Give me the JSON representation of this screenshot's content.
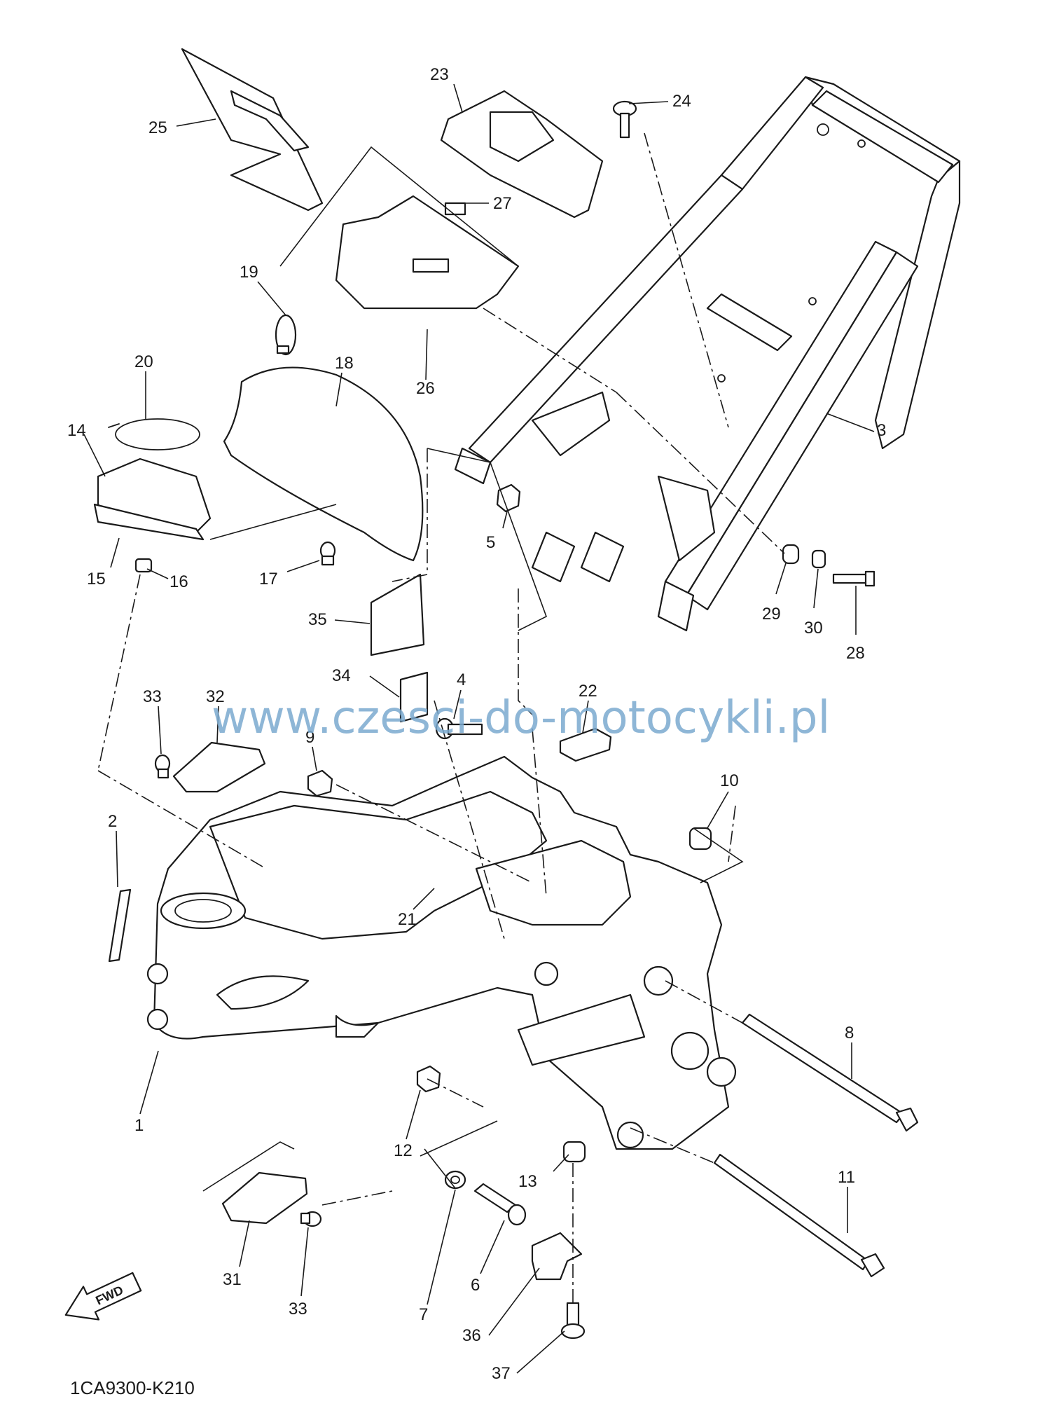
{
  "watermark": "www.czesci-do-motocykli.pl",
  "diagram_code": "1CA9300-K210",
  "fwd_label": "FWD",
  "callouts": {
    "c1": "1",
    "c2": "2",
    "c3": "3",
    "c4": "4",
    "c5": "5",
    "c6": "6",
    "c7": "7",
    "c8": "8",
    "c9": "9",
    "c10": "10",
    "c11": "11",
    "c12": "12",
    "c13": "13",
    "c14": "14",
    "c15": "15",
    "c16": "16",
    "c17": "17",
    "c18": "18",
    "c19": "19",
    "c20": "20",
    "c21": "21",
    "c22": "22",
    "c23": "23",
    "c24": "24",
    "c25": "25",
    "c26": "26",
    "c27": "27",
    "c28": "28",
    "c29": "29",
    "c30": "30",
    "c31": "31",
    "c32": "32",
    "c33a": "33",
    "c33b": "33",
    "c34": "34",
    "c35": "35",
    "c36": "36",
    "c37": "37"
  }
}
